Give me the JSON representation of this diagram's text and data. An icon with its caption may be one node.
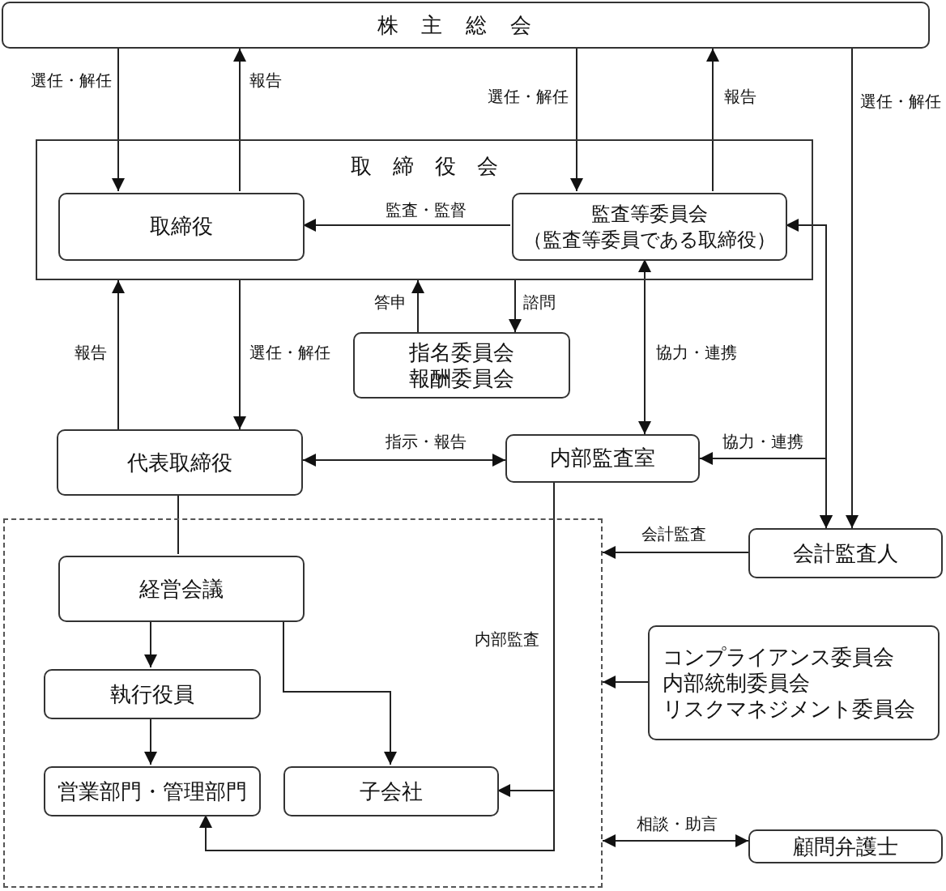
{
  "diagram": {
    "nodes": [
      {
        "text": [
          "株主総会"
        ]
      },
      {
        "text": [
          "取締役会"
        ]
      },
      {
        "text": [
          "取締役"
        ],
        "in": 1
      },
      {
        "text": [
          "監査等委員会",
          "（監査等委員である取締役）"
        ],
        "in": 1
      },
      {
        "text": [
          "指名委員会",
          "報酬委員会"
        ]
      },
      {
        "text": [
          "代表取締役"
        ]
      },
      {
        "text": [
          "内部監査室"
        ]
      },
      {
        "text": [],
        "shape": "box"
      },
      {
        "text": [
          "経営会議"
        ],
        "in": 7
      },
      {
        "text": [
          "執行役員"
        ],
        "in": 7
      },
      {
        "text": [
          "営業部門・管理部門"
        ],
        "in": 7
      },
      {
        "text": [
          "子会社"
        ],
        "in": 7
      },
      {
        "text": [
          "会計監査人"
        ]
      },
      {
        "text": [
          "コンプライアンス委員会",
          "内部統制委員会",
          "リスクマネジメント委員会"
        ]
      },
      {
        "text": [
          "顧問弁護士"
        ]
      }
    ],
    "edges": [
      {
        "from": 0,
        "to": 2,
        "arrow": "to",
        "label": "選任・解任"
      },
      {
        "from": 2,
        "to": 0,
        "arrow": "to",
        "label": "報告"
      },
      {
        "from": 0,
        "to": 3,
        "arrow": "to",
        "label": "選任・解任"
      },
      {
        "from": 3,
        "to": 0,
        "arrow": "to",
        "label": "報告"
      },
      {
        "from": 0,
        "to": 12,
        "arrow": "to",
        "label": "選任・解任"
      },
      {
        "from": 3,
        "to": 2,
        "arrow": "to",
        "label": "監査・監督"
      },
      {
        "from": 5,
        "to": 1,
        "arrow": "to",
        "label": "報告"
      },
      {
        "from": 1,
        "to": 5,
        "arrow": "to",
        "label": "選任・解任"
      },
      {
        "from": 4,
        "to": 1,
        "arrow": "to",
        "label": "答申"
      },
      {
        "from": 1,
        "to": 4,
        "arrow": "to",
        "label": "諮問"
      },
      {
        "from": 3,
        "to": 6,
        "arrow": "both",
        "label": "協力・連携"
      },
      {
        "from": 5,
        "to": 6,
        "arrow": "both",
        "label": "指示・報告"
      },
      {
        "from": 12,
        "to": 3,
        "arrow": "both"
      },
      {
        "from": 12,
        "to": 6,
        "arrow": "both",
        "label": "協力・連携"
      },
      {
        "from": 5,
        "to": 8,
        "arrow": "none"
      },
      {
        "from": 8,
        "to": 9,
        "arrow": "to"
      },
      {
        "from": 9,
        "to": 10,
        "arrow": "to"
      },
      {
        "from": 8,
        "to": 11,
        "arrow": "to"
      },
      {
        "from": 6,
        "to": 11,
        "arrow": "to",
        "label": "内部監査"
      },
      {
        "from": 6,
        "to": 10,
        "arrow": "to"
      },
      {
        "from": 12,
        "to": 7,
        "arrow": "to",
        "label": "会計監査"
      },
      {
        "from": 13,
        "to": 7,
        "arrow": "to"
      },
      {
        "from": 7,
        "to": 14,
        "arrow": "both",
        "label": "相談・助言"
      }
    ]
  }
}
